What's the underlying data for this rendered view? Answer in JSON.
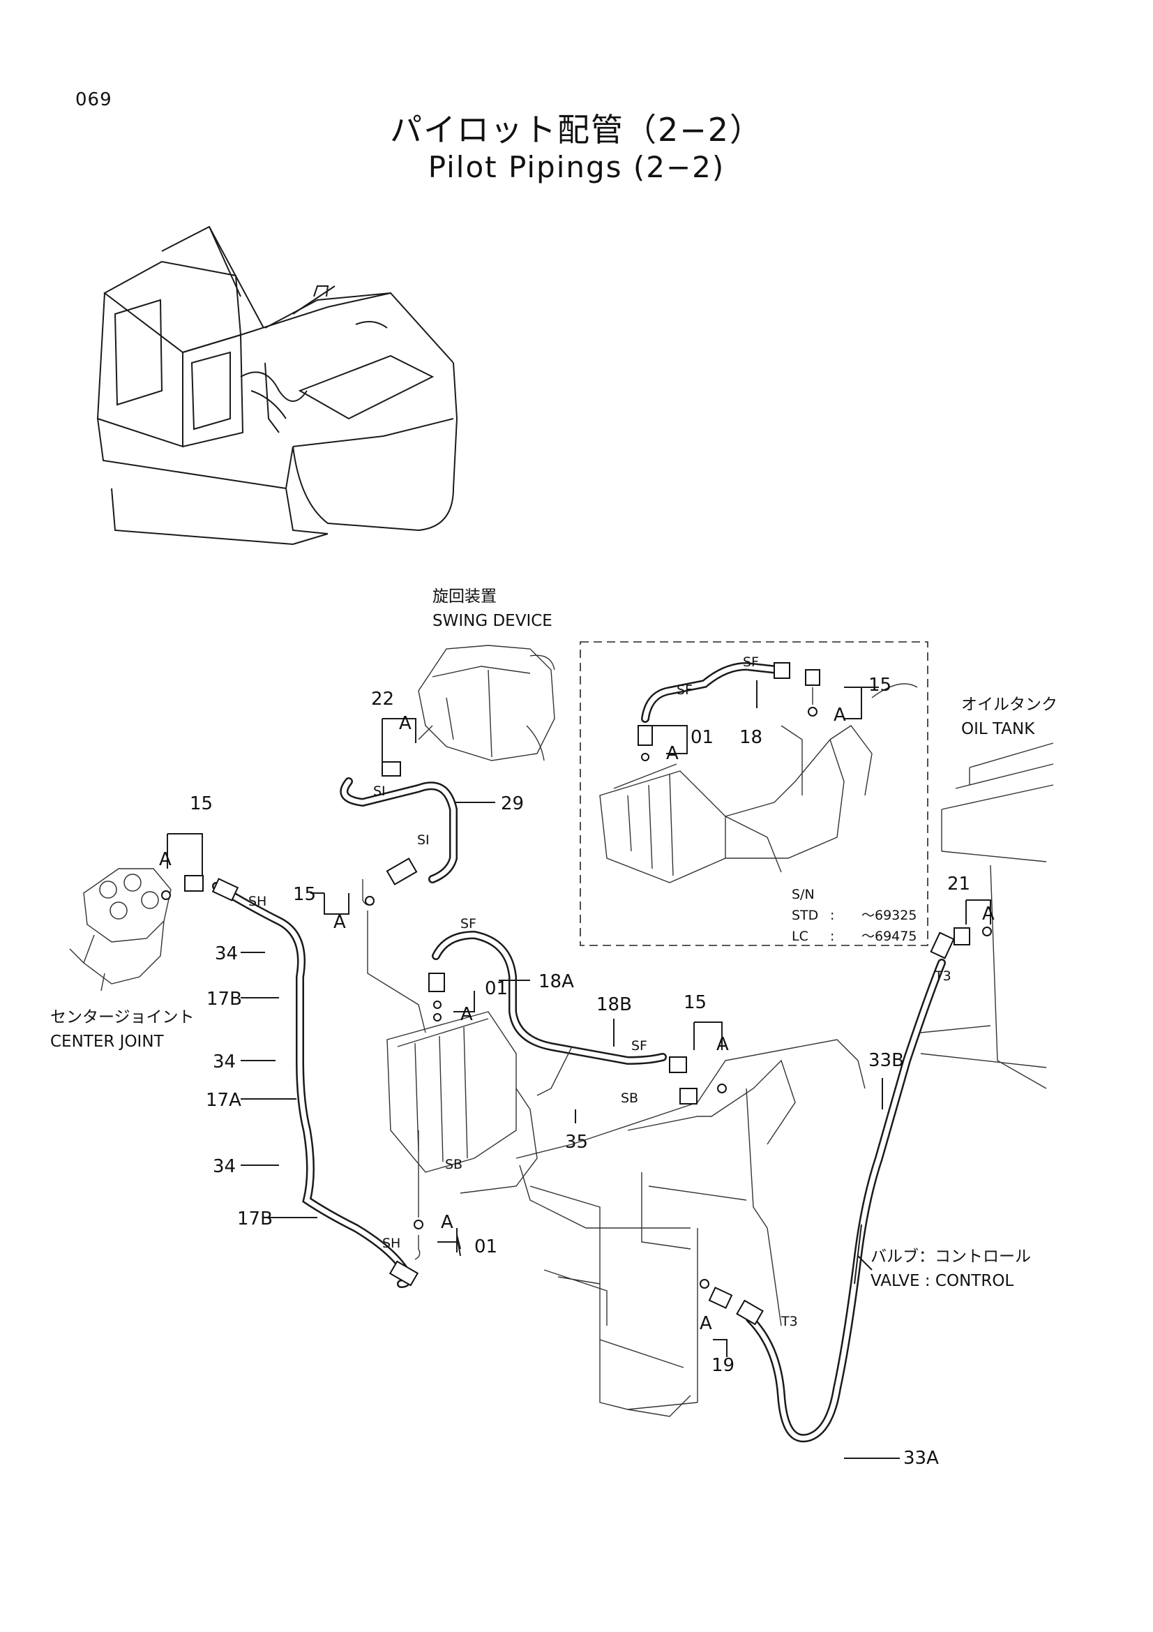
{
  "page": {
    "number": "069"
  },
  "title": {
    "jp": "パイロット配管（2−2）",
    "en": "Pilot Pipings (2−2)"
  },
  "captions": {
    "swing_device_jp": "旋回装置",
    "swing_device_en": "SWING DEVICE",
    "oil_tank_jp": "オイルタンク",
    "oil_tank_en": "OIL TANK",
    "center_joint_jp": "センタージョイント",
    "center_joint_en": "CENTER JOINT",
    "valve_control_jp": "バルブ：コントロール",
    "valve_control_en": "VALVE : CONTROL"
  },
  "serial_note": {
    "sn": "S/N",
    "std_label": "STD",
    "std_colon": ":",
    "std_value": "～69325",
    "lc_label": "LC",
    "lc_colon": ":",
    "lc_value": "～69475"
  },
  "part_labels": {
    "p15_top": "15",
    "p01_top": "01",
    "p18": "18",
    "p22": "22",
    "p29": "29",
    "p15_left": "15",
    "p15_mid": "15",
    "p15_right": "15",
    "p34_a": "34",
    "p34_b": "34",
    "p34_c": "34",
    "p17b_top": "17B",
    "p17a": "17A",
    "p17b_bottom": "17B",
    "p18a": "18A",
    "p18b": "18B",
    "p01_mid": "01",
    "p01_bottom": "01",
    "p35": "35",
    "p33b": "33B",
    "p33a": "33A",
    "p19": "19",
    "p21": "21"
  },
  "letter_a": "A",
  "hose_codes": {
    "sf": "SF",
    "si": "SI",
    "sh": "SH",
    "sb": "SB",
    "t3": "T3"
  }
}
